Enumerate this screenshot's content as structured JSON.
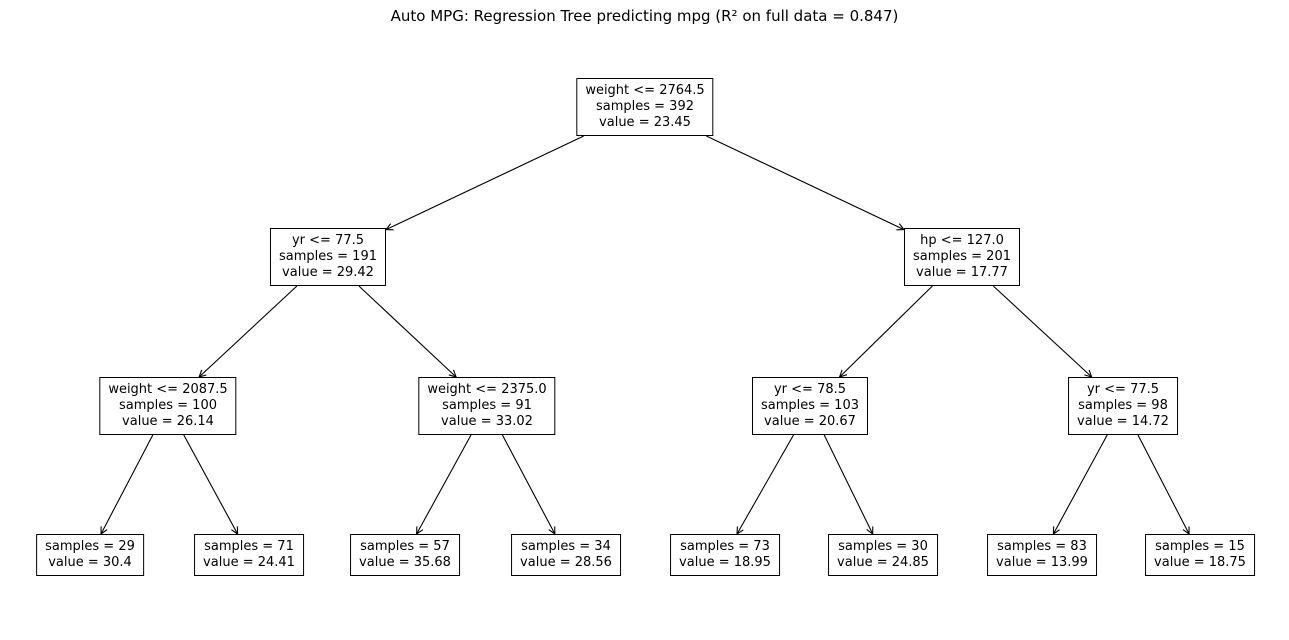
{
  "title": "Auto MPG: Regression Tree predicting mpg  (R² on full data = 0.847)",
  "colors": {
    "background": "#ffffff",
    "box_border": "#000000",
    "text": "#000000",
    "edge_line": "#000000"
  },
  "tree": {
    "nodes": {
      "root": {
        "condition": "weight <= 2764.5",
        "samples": "samples = 392",
        "value": "value = 23.45"
      },
      "l": {
        "condition": "yr <= 77.5",
        "samples": "samples = 191",
        "value": "value = 29.42"
      },
      "r": {
        "condition": "hp <= 127.0",
        "samples": "samples = 201",
        "value": "value = 17.77"
      },
      "ll": {
        "condition": "weight <= 2087.5",
        "samples": "samples = 100",
        "value": "value = 26.14"
      },
      "lr": {
        "condition": "weight <= 2375.0",
        "samples": "samples = 91",
        "value": "value = 33.02"
      },
      "rl": {
        "condition": "yr <= 78.5",
        "samples": "samples = 103",
        "value": "value = 20.67"
      },
      "rr": {
        "condition": "yr <= 77.5",
        "samples": "samples = 98",
        "value": "value = 14.72"
      },
      "lll": {
        "samples": "samples = 29",
        "value": "value = 30.4"
      },
      "llr": {
        "samples": "samples = 71",
        "value": "value = 24.41"
      },
      "lrl": {
        "samples": "samples = 57",
        "value": "value = 35.68"
      },
      "lrr": {
        "samples": "samples = 34",
        "value": "value = 28.56"
      },
      "rll": {
        "samples": "samples = 73",
        "value": "value = 18.95"
      },
      "rlr": {
        "samples": "samples = 30",
        "value": "value = 24.85"
      },
      "rrl": {
        "samples": "samples = 83",
        "value": "value = 13.99"
      },
      "rrr": {
        "samples": "samples = 15",
        "value": "value = 18.75"
      }
    },
    "edges": [
      [
        "root",
        "l"
      ],
      [
        "root",
        "r"
      ],
      [
        "l",
        "ll"
      ],
      [
        "l",
        "lr"
      ],
      [
        "r",
        "rl"
      ],
      [
        "r",
        "rr"
      ],
      [
        "ll",
        "lll"
      ],
      [
        "ll",
        "llr"
      ],
      [
        "lr",
        "lrl"
      ],
      [
        "lr",
        "lrr"
      ],
      [
        "rl",
        "rll"
      ],
      [
        "rl",
        "rlr"
      ],
      [
        "rr",
        "rrl"
      ],
      [
        "rr",
        "rrr"
      ]
    ]
  }
}
